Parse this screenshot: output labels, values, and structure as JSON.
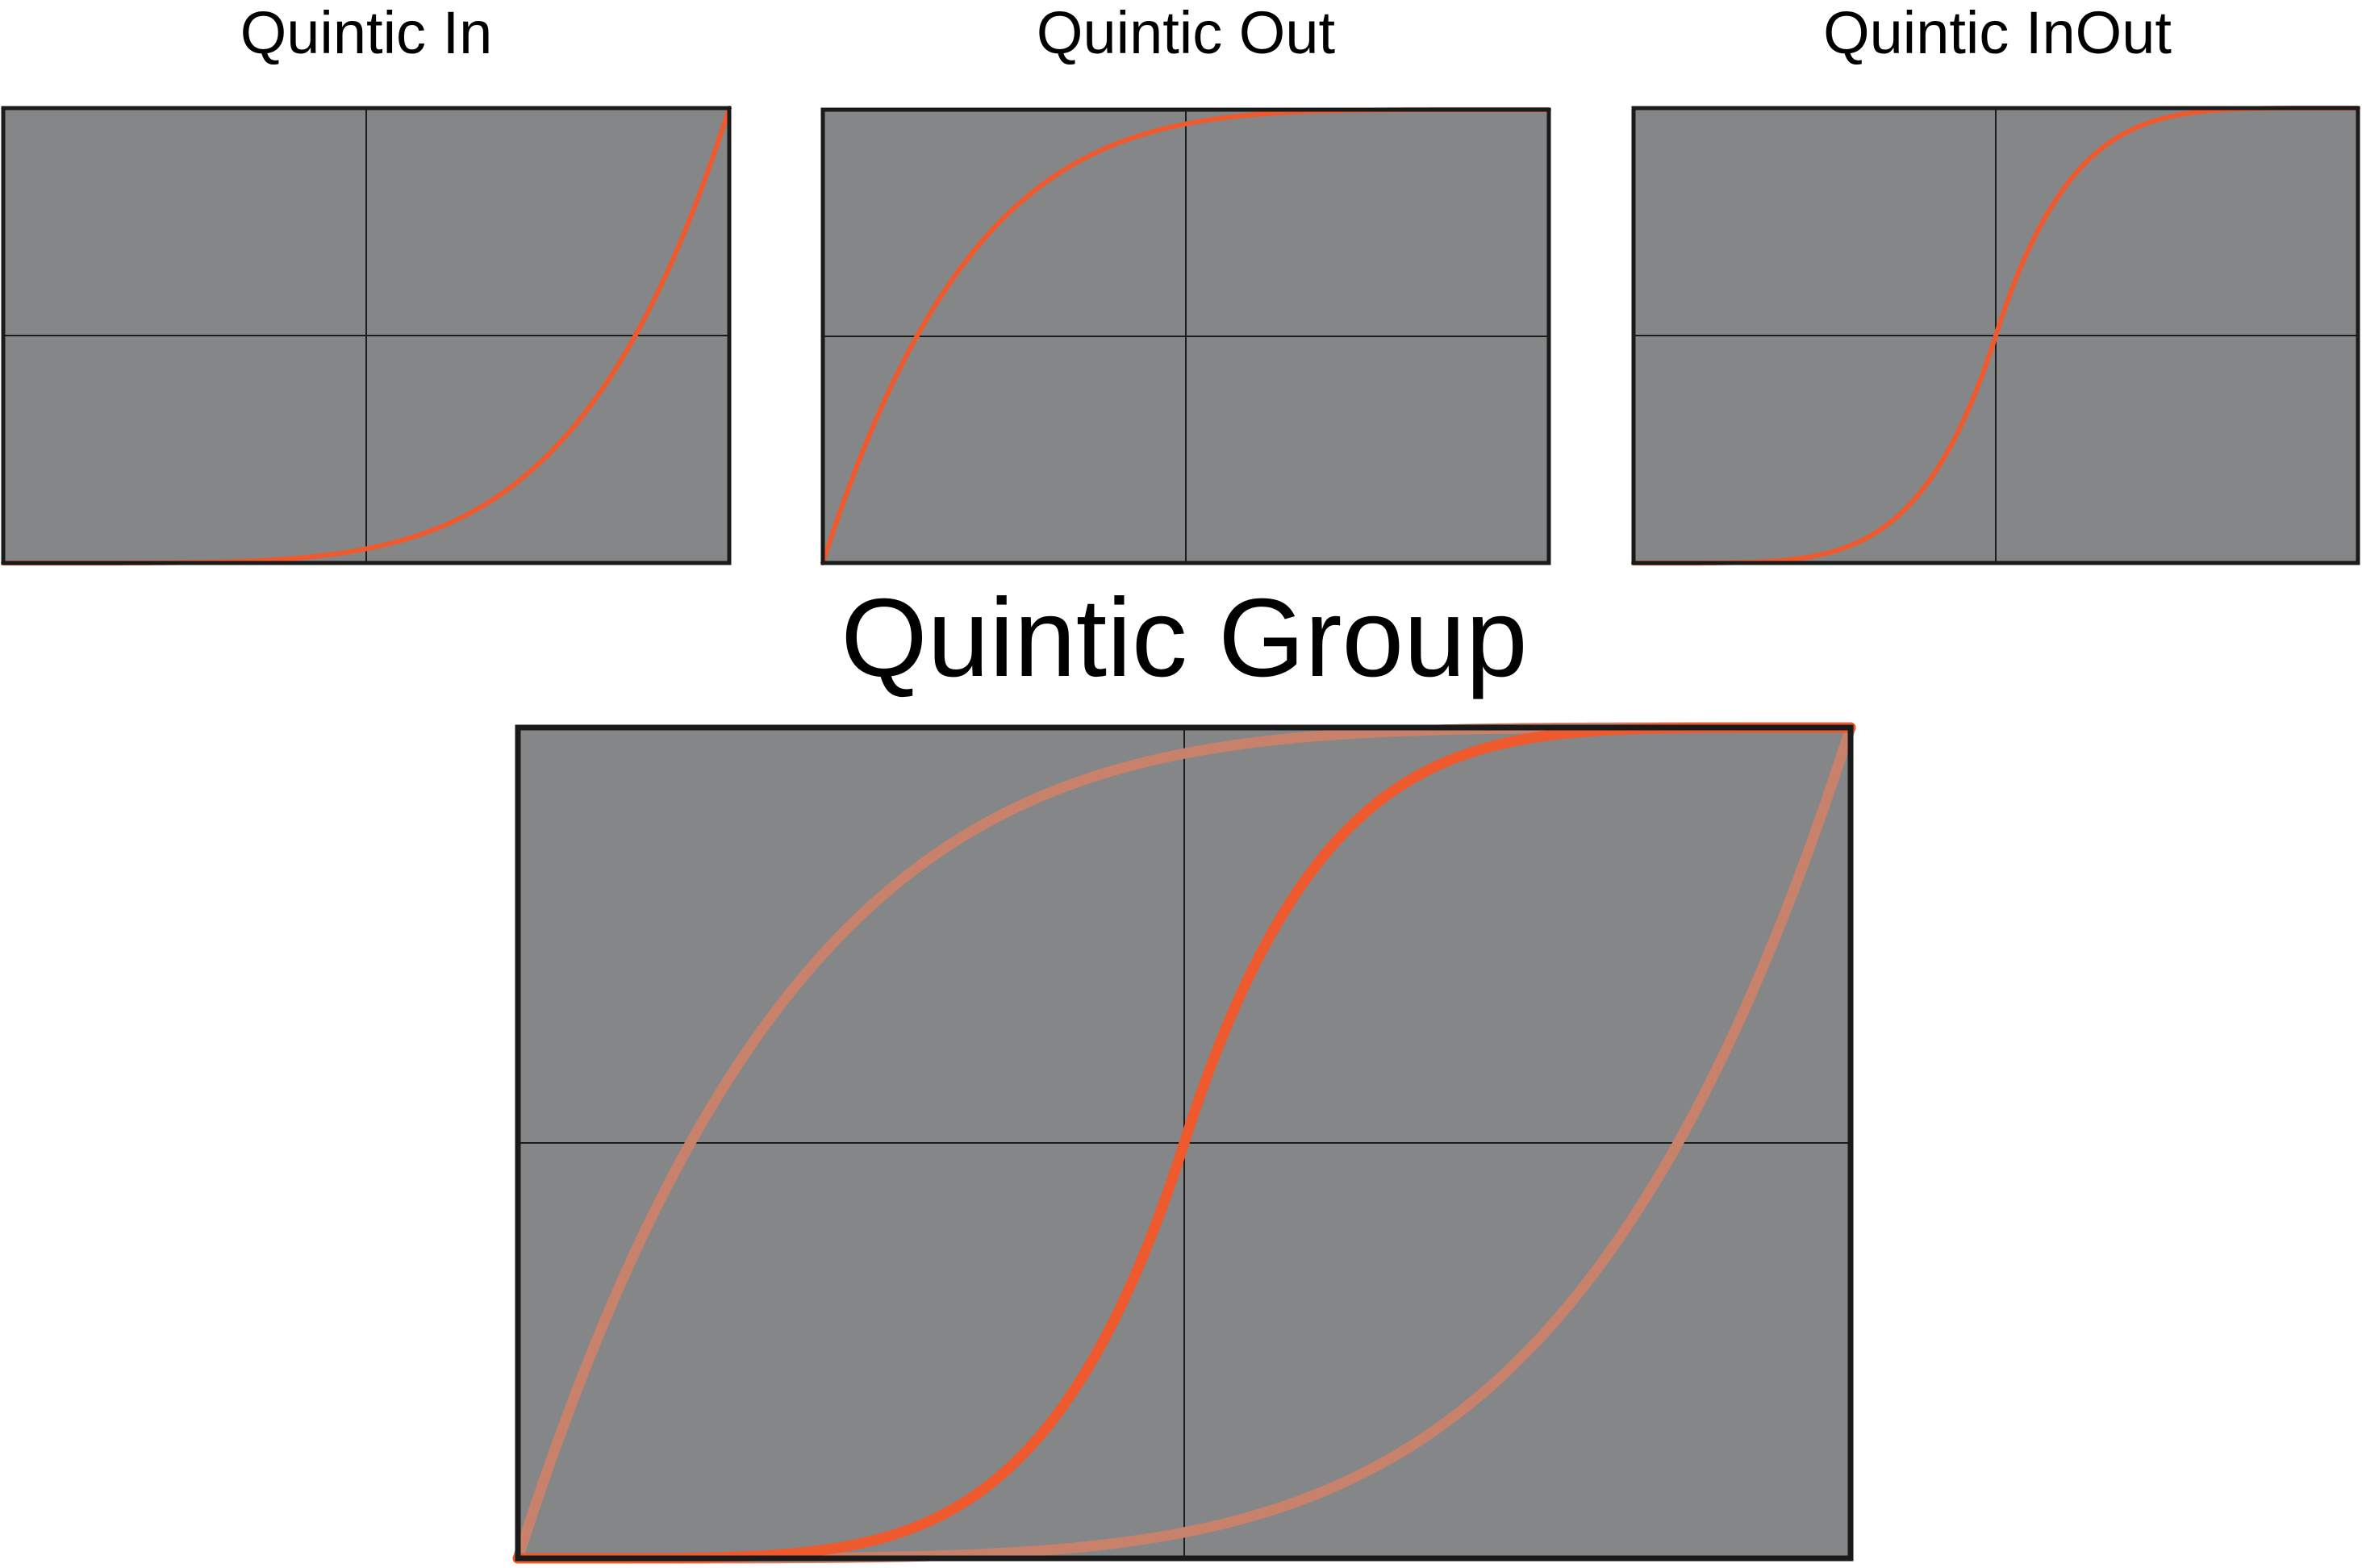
{
  "colors": {
    "background": "#ffffff",
    "panel_fill": "#858687",
    "panel_border": "#1a1a1a",
    "gridline": "#1c1c1c",
    "curve": "#ee5a2e",
    "curve_faded": "#c8826b"
  },
  "chart_data": [
    {
      "type": "line",
      "title": "Quintic In",
      "function": "quintic-in",
      "xlim": [
        0,
        1
      ],
      "ylim": [
        0,
        1
      ],
      "grid": "center-cross",
      "series": [
        {
          "x": [
            0,
            0.1,
            0.2,
            0.3,
            0.4,
            0.5,
            0.6,
            0.7,
            0.8,
            0.9,
            1.0
          ],
          "y": [
            0,
            1e-05,
            0.00032,
            0.00243,
            0.01024,
            0.03125,
            0.07776,
            0.16807,
            0.32768,
            0.59049,
            1.0
          ],
          "style": "solid"
        }
      ]
    },
    {
      "type": "line",
      "title": "Quintic Out",
      "function": "quintic-out",
      "xlim": [
        0,
        1
      ],
      "ylim": [
        0,
        1
      ],
      "grid": "center-cross",
      "series": [
        {
          "x": [
            0,
            0.1,
            0.2,
            0.3,
            0.4,
            0.5,
            0.6,
            0.7,
            0.8,
            0.9,
            1.0
          ],
          "y": [
            0,
            0.40951,
            0.67232,
            0.83193,
            0.92224,
            0.96875,
            0.98976,
            0.99757,
            0.99968,
            0.99999,
            1.0
          ],
          "style": "solid"
        }
      ]
    },
    {
      "type": "line",
      "title": "Quintic InOut",
      "function": "quintic-inout",
      "xlim": [
        0,
        1
      ],
      "ylim": [
        0,
        1
      ],
      "grid": "center-cross",
      "series": [
        {
          "x": [
            0,
            0.1,
            0.2,
            0.3,
            0.4,
            0.5,
            0.6,
            0.7,
            0.8,
            0.9,
            1.0
          ],
          "y": [
            0,
            0.00016,
            0.00512,
            0.03888,
            0.16384,
            0.5,
            0.83616,
            0.96112,
            0.99488,
            0.99984,
            1.0
          ],
          "style": "solid"
        }
      ]
    },
    {
      "type": "line",
      "title": "Quintic Group",
      "xlim": [
        0,
        1
      ],
      "ylim": [
        0,
        1
      ],
      "grid": "center-cross",
      "series": [
        {
          "function": "quintic-out",
          "x": [
            0,
            0.1,
            0.2,
            0.3,
            0.4,
            0.5,
            0.6,
            0.7,
            0.8,
            0.9,
            1.0
          ],
          "y": [
            0,
            0.40951,
            0.67232,
            0.83193,
            0.92224,
            0.96875,
            0.98976,
            0.99757,
            0.99968,
            0.99999,
            1.0
          ],
          "style": "faded"
        },
        {
          "function": "quintic-in",
          "x": [
            0,
            0.1,
            0.2,
            0.3,
            0.4,
            0.5,
            0.6,
            0.7,
            0.8,
            0.9,
            1.0
          ],
          "y": [
            0,
            1e-05,
            0.00032,
            0.00243,
            0.01024,
            0.03125,
            0.07776,
            0.16807,
            0.32768,
            0.59049,
            1.0
          ],
          "style": "faded"
        },
        {
          "function": "quintic-inout",
          "x": [
            0,
            0.1,
            0.2,
            0.3,
            0.4,
            0.5,
            0.6,
            0.7,
            0.8,
            0.9,
            1.0
          ],
          "y": [
            0,
            0.00016,
            0.00512,
            0.03888,
            0.16384,
            0.5,
            0.83616,
            0.96112,
            0.99488,
            0.99984,
            1.0
          ],
          "style": "solid"
        }
      ]
    }
  ]
}
